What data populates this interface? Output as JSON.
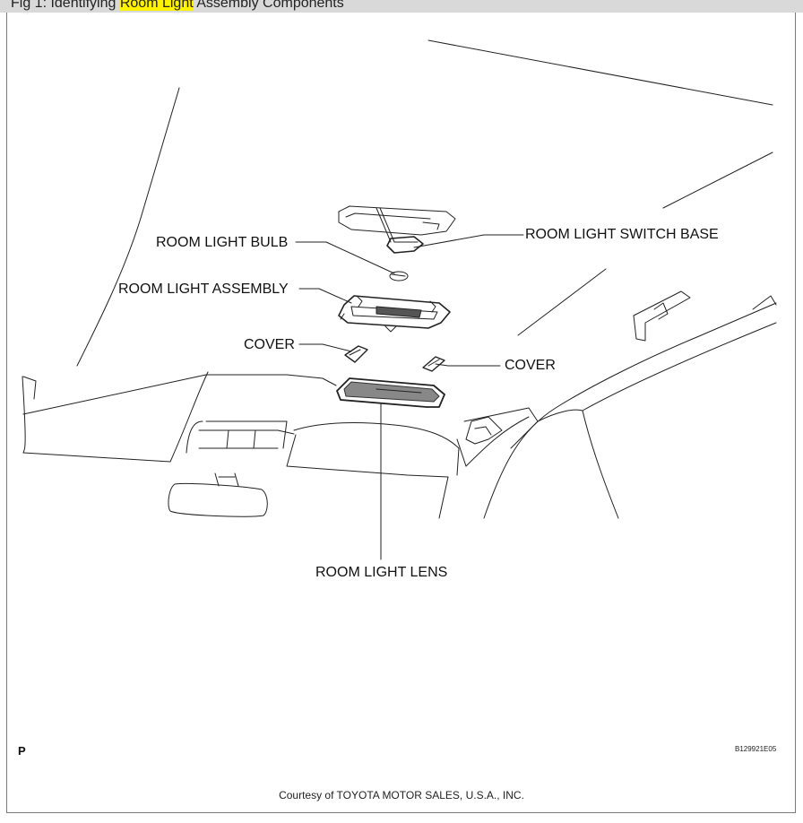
{
  "figure": {
    "title_prefix": "Fig 1: Identifying ",
    "title_highlight": "Room Light",
    "title_suffix": " Assembly Components"
  },
  "labels": {
    "bulb": "ROOM LIGHT BULB",
    "switch_base": "ROOM LIGHT SWITCH BASE",
    "assembly": "ROOM LIGHT ASSEMBLY",
    "cover_left": "COVER",
    "cover_right": "COVER",
    "lens": "ROOM LIGHT LENS"
  },
  "footer": {
    "mark": "P",
    "code": "B129921E05",
    "courtesy": "Courtesy of TOYOTA MOTOR SALES, U.S.A., INC."
  }
}
